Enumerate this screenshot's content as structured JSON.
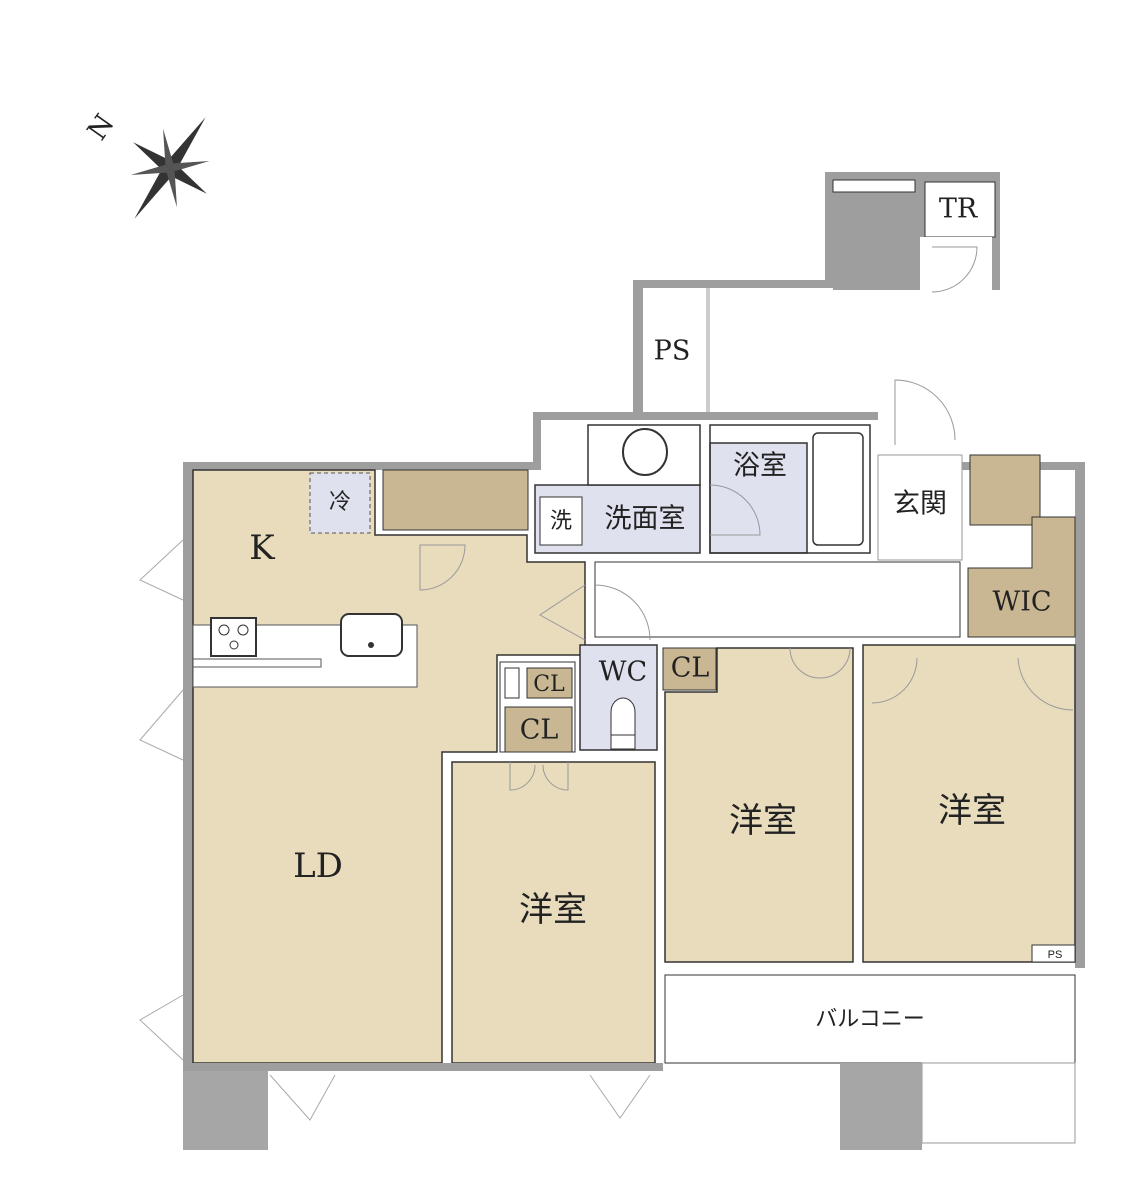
{
  "title": "Floor plan",
  "colors": {
    "room": "#e8dcbd",
    "closet": "#c9b793",
    "wet": "#dfe2ee",
    "wall": "#9e9e9e",
    "pillar": "#a6a6a6"
  },
  "compass": {
    "label": "N"
  },
  "rooms": {
    "kitchen": "K",
    "ld": "LD",
    "fridge": "冷",
    "bedroom_1": "洋室",
    "bedroom_2": "洋室",
    "bedroom_3": "洋室",
    "wc": "WC",
    "cl_1": "CL",
    "cl_2": "CL",
    "cl_3": "CL",
    "washer": "洗",
    "washroom": "洗面室",
    "bathroom": "浴室",
    "entrance": "玄関",
    "wic": "WIC",
    "ps": "PS",
    "ps_small": "PS",
    "tr": "TR",
    "balcony": "バルコニー"
  }
}
